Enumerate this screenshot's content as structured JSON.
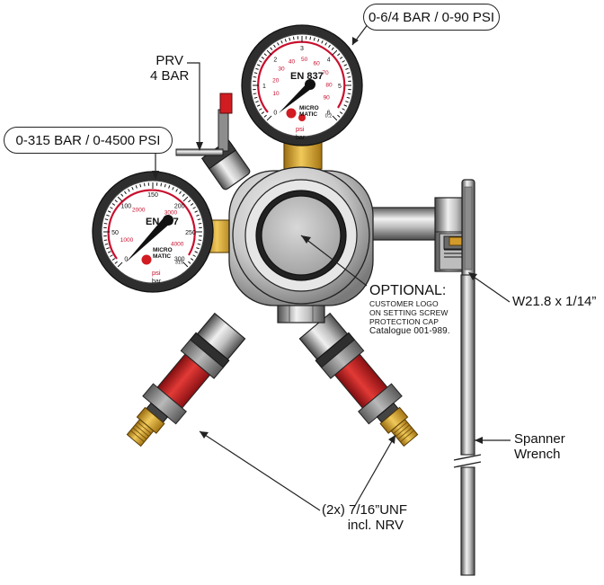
{
  "callouts": {
    "low_gauge_range": "0-6/4 BAR / 0-90 PSI",
    "high_gauge_range": "0-315 BAR / 0-4500 PSI",
    "prv": [
      "PRV",
      "4 BAR"
    ],
    "optional_title": "OPTIONAL:",
    "optional_lines": [
      "CUSTOMER LOGO",
      "ON SETTING SCREW",
      "PROTECTION CAP",
      "Catalogue 001-989."
    ],
    "thread_size": "W21.8 x 1/14”",
    "spanner": [
      "Spanner",
      "Wrench"
    ],
    "outlets": [
      "(2x) 7/16”UNF",
      "incl. NRV"
    ]
  },
  "low_gauge": {
    "brand": [
      "MICRO",
      "MATIC"
    ],
    "standard": "EN 837",
    "inner_unit": "psi",
    "outer_unit": "bar",
    "outer_ticks": [
      "0",
      "1",
      "2",
      "3",
      "4",
      "5",
      "6"
    ],
    "inner_ticks": [
      "10",
      "20",
      "30",
      "40",
      "50",
      "60",
      "70",
      "80",
      "90"
    ],
    "extra_mark": "0.2"
  },
  "high_gauge": {
    "brand": [
      "MICRO",
      "MATIC"
    ],
    "standard": "EN 837",
    "inner_unit": "psi",
    "outer_unit": "bar",
    "outer_ticks": [
      "0",
      "50",
      "100",
      "150",
      "200",
      "250",
      "300"
    ],
    "inner_ticks": [
      "1000",
      "2000",
      "3000",
      "4000"
    ],
    "extra_mark": "315"
  },
  "colors": {
    "gauge_red": "#c8102e",
    "brass": "#d6a72c",
    "chrome_dark": "#3a3a3a",
    "hose_red": "#c4161c"
  }
}
